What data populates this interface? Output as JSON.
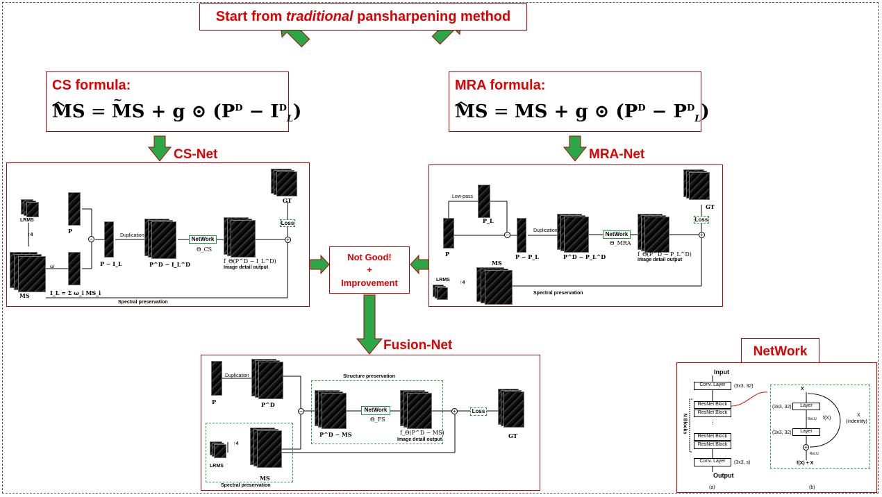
{
  "header": {
    "prefix": "Start from ",
    "italic": "traditional",
    "suffix": " pansharpening method"
  },
  "cs_formula": {
    "title": "CS formula:",
    "left": "MS",
    "eq": "=",
    "mid": "MS + g ⊙ (P",
    "sup": "D",
    "minus": " − I",
    "sub_sup": "D",
    "sub": "L",
    "close": ")"
  },
  "mra_formula": {
    "title": "MRA formula:",
    "left": "MS",
    "eq": "=",
    "mid": "MS + g ⊙ (P",
    "sup": "D",
    "minus": " − P",
    "sub_sup": "D",
    "sub": "L",
    "close": ")"
  },
  "labels": {
    "cs_net": "CS-Net",
    "mra_net": "MRA-Net",
    "fusion_net": "Fusion-Net",
    "network": "NetWork"
  },
  "not_good": {
    "line1": "Not Good!",
    "line2": "+",
    "line3": "Improvement"
  },
  "cs_diagram": {
    "lrms": "LRMS",
    "up": "4",
    "p": "P",
    "ms": "MS",
    "omega": "ω",
    "il": "I_L = Σ ω_i MS_i",
    "p_minus_il": "P − I_L",
    "duplication": "Duplication",
    "pd_minus_il": "P^D − I_L^D",
    "network": "NetWork",
    "theta": "Θ_CS",
    "fout": "f_Θ(P^D − I_L^D)",
    "detail": "Image detail output",
    "gt": "GT",
    "loss": "Loss",
    "spectral": "Spectral preservation"
  },
  "mra_diagram": {
    "lowpass": "Low-pass",
    "pl": "P_L",
    "p": "P",
    "p_minus_pl": "P − P_L",
    "duplication": "Duplication",
    "pd_minus_pl": "P^D − P_L^D",
    "network": "NetWork",
    "theta": "Θ_MRA",
    "fout": "f_Θ(P^D − P_L^D)",
    "detail": "Image detail output",
    "gt": "GT",
    "loss": "Loss",
    "ms": "MS",
    "lrms": "LRMS",
    "up": "4",
    "spectral": "Spectral preservation"
  },
  "fusion_diagram": {
    "p": "P",
    "duplication": "Duplication",
    "pd": "P^D",
    "structure": "Structure preservation",
    "pd_minus_ms": "P^D − MS",
    "network": "NetWork",
    "theta": "Θ_FS",
    "fout": "f_Θ(P^D − MS)",
    "detail": "Image detail output",
    "loss": "Loss",
    "gt": "GT",
    "lrms": "LRMS",
    "up": "4",
    "ms": "MS",
    "spectral": "Spectral preservation"
  },
  "network_diagram": {
    "input": "Input",
    "conv1": "Conv. Layer",
    "conv1_params": "(3x3, 32)",
    "res1": "ResNet Block",
    "res2": "ResNet Block",
    "res3": "ResNet Block",
    "res4": "ResNet Block",
    "nblocks": "N Blocks",
    "conv2": "Conv. Layer",
    "conv2_params": "(3x3, s)",
    "output": "Output",
    "a": "(a)",
    "b": "(b)",
    "x": "X",
    "layer1": "Layer",
    "layer1_params": "(3x3, 32)",
    "relu1": "ReLU",
    "fx": "f(X)",
    "layer2": "Layer",
    "layer2_params": "(3x3, 32)",
    "identity_x": "X",
    "identity": "(indentity)",
    "relu2": "ReLU",
    "sum": "f(X) + X"
  },
  "colors": {
    "red": "#e00000",
    "arrow_green": "#22a040",
    "border_red": "#c00000"
  }
}
